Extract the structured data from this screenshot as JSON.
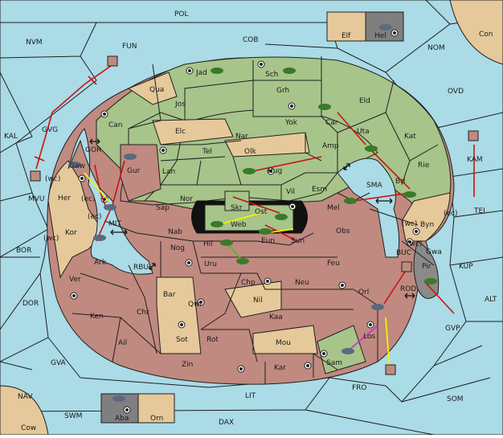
{
  "colors": {
    "sea": "#aadbe6",
    "neutral": "#e6c99a",
    "green": "#a7c48a",
    "red": "#c08a80",
    "grey": "#7f7f7f",
    "move_red": "#cc1111",
    "move_yellow": "#f2f200",
    "move_green": "#55bb22",
    "move_magenta": "#cc33cc"
  },
  "regions": {
    "POL": "POL",
    "COB": "COB",
    "NVM": "NVM",
    "FUN": "FUN",
    "NOM": "NOM",
    "Con": "Con",
    "Elf": "Elf",
    "Hel": "Hel",
    "OVD": "OVD",
    "KAL": "KAL",
    "GVG": "GVG",
    "KAM": "KAM",
    "TEI": "TEI",
    "MVU": "MVU",
    "BOR": "BOR",
    "KUP": "KUP",
    "DOR": "DOR",
    "ALT": "ALT",
    "GVP": "GVP",
    "GVA": "GVA",
    "FRO": "FRO",
    "SOM": "SOM",
    "NAV": "NAV",
    "LIT": "LIT",
    "SWM": "SWM",
    "DAX": "DAX",
    "Cow": "Cow",
    "Aba": "Aba",
    "Orn": "Orn",
    "Jad": "Jad",
    "Sch": "Sch",
    "Qua": "Qua",
    "Jos": "Jos",
    "Grh": "Grh",
    "Eld": "Eld",
    "Can": "Can",
    "Elc": "Elc",
    "Nar": "Nar",
    "Yok": "Yok",
    "Car": "Car",
    "Uta": "Uta",
    "Kat": "Kat",
    "Tel": "Tel",
    "Olk": "Olk",
    "Amp": "Amp",
    "Rie": "Rie",
    "Gaw": "Gaw",
    "GOR": "GOR",
    "Gur": "Gur",
    "Lan": "Lan",
    "Hug": "Hug",
    "Esm": "Esm",
    "SMA": "SMA",
    "Brl": "Brl",
    "Her": "Her",
    "Nor": "Nor",
    "Vil": "Vil",
    "Mel": "Mel",
    "Sap": "Sap",
    "Skr": "Skr",
    "Ost": "Ost",
    "Byn": "Byn",
    "MIT": "MIT",
    "Kor": "Kor",
    "Web": "Web",
    "Nab": "Nab",
    "Eun": "Eun",
    "Sun": "Sun",
    "Obs": "Obs",
    "Gwa": "Gwa",
    "Ark": "Ark",
    "Nog": "Nog",
    "Hil": "Hil",
    "BUC": "BUC",
    "Pir": "Pir",
    "RBU": "RBU",
    "Uru": "Uru",
    "Feu": "Feu",
    "Ver": "Ver",
    "Chp": "Chp",
    "Neu": "Neu",
    "Orl": "Orl",
    "ROD": "ROD",
    "Bar": "Bar",
    "Qwi": "Qwi",
    "Nil": "Nil",
    "Ken": "Ken",
    "Chr": "Chr",
    "Kaa": "Kaa",
    "Los": "Los",
    "Ail": "Ail",
    "Sot": "Sot",
    "Rot": "Rot",
    "Mou": "Mou",
    "Zin": "Zin",
    "Kar": "Kar",
    "Sam": "Sam"
  },
  "coast_labels": {
    "wc1": "(wc)",
    "ec1": "(ec)",
    "ec2": "(ec)",
    "wc2": "(wc)",
    "wc3": "(wc)",
    "ec3": "(ec)",
    "wc4": "(wc)"
  }
}
